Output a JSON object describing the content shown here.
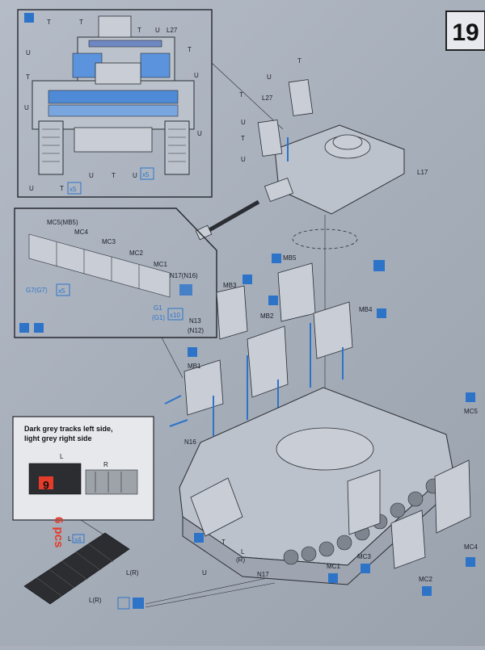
{
  "step": {
    "number": "19"
  },
  "labels": {
    "t": "T",
    "u": "U",
    "l27": "L27",
    "l17": "L17",
    "x5": "x5",
    "mc5": "MC5(MB5)",
    "mc4": "MC4",
    "mc3": "MC3",
    "mc2": "MC2",
    "mc1": "MC1",
    "n17n16": "N17(N16)",
    "g7": "G7(G7)",
    "g1": "G1",
    "g1b": "(G1)",
    "n13": "N13",
    "n12": "(N12)",
    "x10": "x10",
    "mb1": "MB1",
    "mb2": "MB2",
    "mb3": "MB3",
    "mb4": "MB4",
    "mb5": "MB5",
    "n16": "N16",
    "n17": "N17",
    "mc5b": "MC5",
    "l": "L",
    "lr": "(R)",
    "lr_full": "L(R)",
    "r": "R"
  },
  "tracks_note": {
    "line1": "Dark grey tracks left side,",
    "line2": "light grey right side"
  },
  "track_numbers": {
    "red1": "6",
    "red2": "6 pcs"
  },
  "x4": "x4"
}
